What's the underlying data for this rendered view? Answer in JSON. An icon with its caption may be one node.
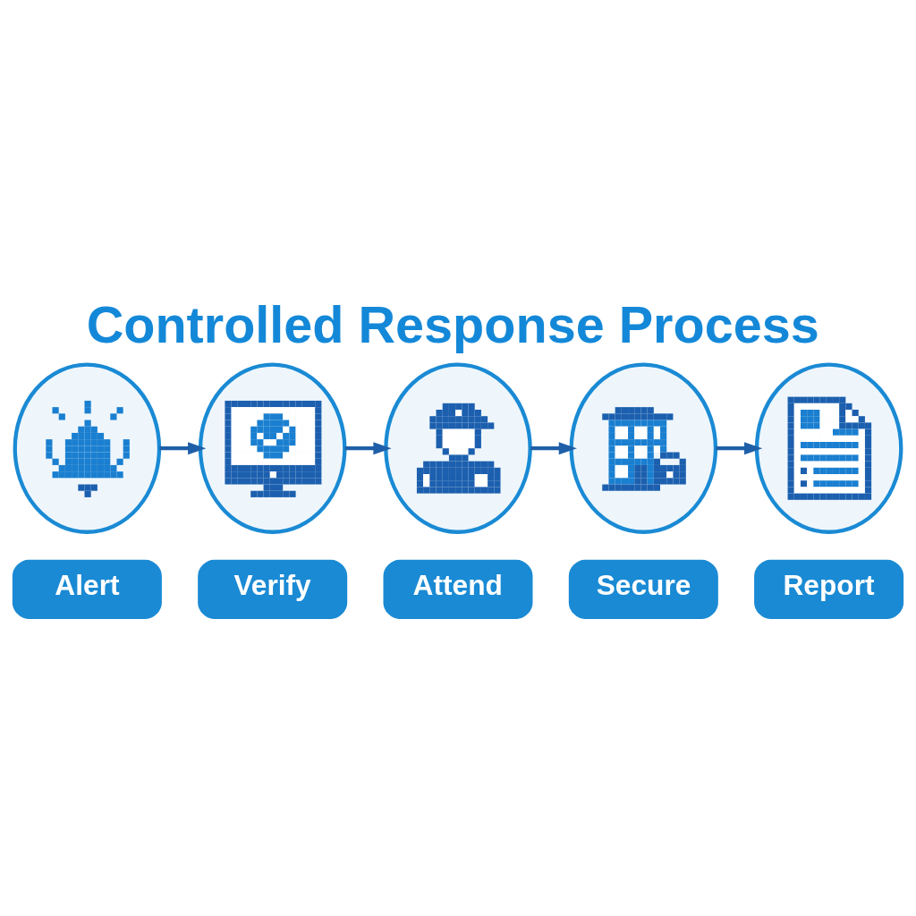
{
  "diagram": {
    "title": "Controlled Response Process",
    "nodes": [
      {
        "text": [],
        "shape": "picture"
      },
      {
        "text": [],
        "shape": "picture"
      },
      {
        "text": [],
        "shape": "picture"
      },
      {
        "text": [],
        "shape": "picture"
      },
      {
        "text": [],
        "shape": "picture"
      },
      {
        "text": [
          "Alert"
        ]
      },
      {
        "text": [
          "Verify"
        ]
      },
      {
        "text": [
          "Attend"
        ]
      },
      {
        "text": [
          "Secure"
        ]
      },
      {
        "text": [
          "Report"
        ]
      }
    ],
    "edges": [
      {
        "from": 0,
        "to": 1,
        "arrow": "to"
      },
      {
        "from": 1,
        "to": 2,
        "arrow": "to"
      },
      {
        "from": 2,
        "to": 3,
        "arrow": "to"
      },
      {
        "from": 3,
        "to": 4,
        "arrow": "to"
      }
    ]
  }
}
